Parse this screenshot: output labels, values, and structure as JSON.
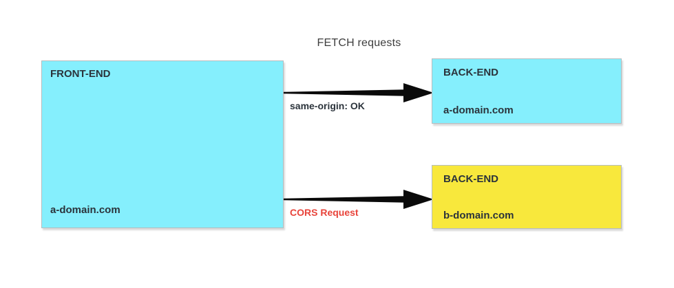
{
  "title": "FETCH requests",
  "nodes": {
    "frontend": {
      "role": "FRONT-END",
      "domain": "a-domain.com"
    },
    "backend_a": {
      "role": "BACK-END",
      "domain": "a-domain.com"
    },
    "backend_b": {
      "role": "BACK-END",
      "domain": "b-domain.com"
    }
  },
  "edges": {
    "same_origin": {
      "label": "same-origin: OK"
    },
    "cors": {
      "label": "CORS Request"
    }
  },
  "colors": {
    "cyan": "#85effd",
    "yellow": "#f8e83c",
    "arrow_black": "#0a0a0a",
    "text_dark": "#2b333b",
    "cors_red": "#e8443b",
    "title_gray": "#3d3d3d",
    "box_border": "#b5bcbe"
  }
}
